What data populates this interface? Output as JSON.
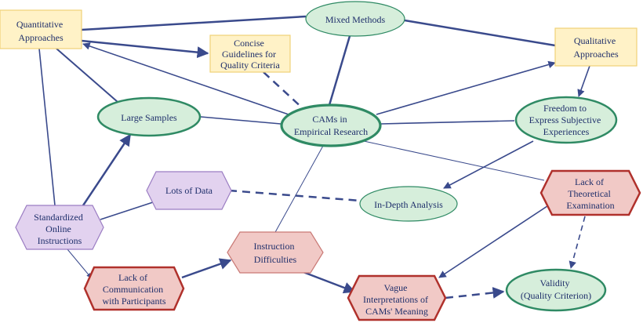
{
  "colors": {
    "edge": "#3a4a8c",
    "rect_fill": "#fff2c7",
    "rect_stroke": "#f0d277",
    "oval_fill": "#d6eedb",
    "oval_stroke": "#2f8a64",
    "hex_pink_fill": "#f1c9c6",
    "hex_pink_stroke": "#b0312c",
    "hex_purple_fill": "#e2d2ef",
    "hex_purple_stroke": "#9b7dc3",
    "text": "#1f2f6b"
  },
  "nodes": {
    "quantitative": [
      "Quantitative",
      "Approaches"
    ],
    "mixed": [
      "Mixed Methods"
    ],
    "guidelines": [
      "Concise",
      "Guidelines for",
      "Quality Criteria"
    ],
    "qualitative": [
      "Qualitative",
      "Approaches"
    ],
    "large_samples": [
      "Large Samples"
    ],
    "cams": [
      "CAMs in",
      "Empirical Research"
    ],
    "freedom": [
      "Freedom to",
      "Express Subjective",
      "Experiences"
    ],
    "lots_data": [
      "Lots of Data"
    ],
    "in_depth": [
      "In-Depth Analysis"
    ],
    "lack_theory": [
      "Lack of",
      "Theoretical",
      "Examination"
    ],
    "standardized": [
      "Standardized",
      "Online",
      "Instructions"
    ],
    "instruction_diff": [
      "Instruction",
      "Difficulties"
    ],
    "lack_comm": [
      "Lack of",
      "Communication",
      "with Participants"
    ],
    "vague": [
      "Vague",
      "Interpretations of",
      "CAMs' Meaning"
    ],
    "validity": [
      "Validity",
      "(Quality Criterion)"
    ]
  }
}
